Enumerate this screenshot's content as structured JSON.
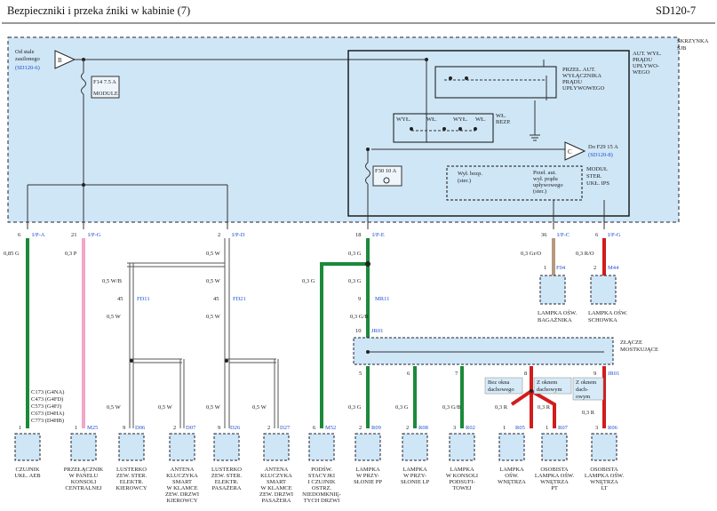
{
  "header": {
    "title": "Bezpieczniki i przeka    źniki w kabinie (7)",
    "code": "SD120-7"
  },
  "sjb": {
    "name_lines": [
      "SKRZYNKA",
      "SJB"
    ],
    "source_lines": [
      "Od stale",
      "zasilonego",
      "(SD120-6)"
    ],
    "source_marker": "B",
    "fuse_module_lines": [
      "F14 7.5 A",
      "MODULE"
    ],
    "relay_lines": [
      "AUT. WYŁ.",
      "PRĄDU",
      "UPŁYWO-",
      "WEGO"
    ],
    "switch_lines": [
      "PRZEŁ. AUT.",
      "WYŁĄCZNIKA",
      "PRĄDU",
      "UPŁYWOWEGO"
    ],
    "wyl": "WYŁ.",
    "wl": "WŁ.",
    "bezp_lines": [
      "WŁ.",
      "BEZP."
    ],
    "fuse_f30": "F30 10 A",
    "dest_marker": "C",
    "dest_lines": [
      "Do F29 15 A",
      "(SD120-8)"
    ],
    "ips_lines": [
      "MODUŁ",
      "STER.",
      "UKŁ. IPS"
    ],
    "ips_a_lines": [
      "Wył. bezp.",
      "(ster.)"
    ],
    "ips_b_lines": [
      "Przeł. aut.",
      "wył. prądu",
      "upływowego",
      "(ster.)"
    ]
  },
  "connectors": [
    {
      "pin": "6",
      "name": "I/P-A"
    },
    {
      "pin": "21",
      "name": "I/P-G"
    },
    {
      "pin": "2",
      "name": "I/P-D"
    },
    {
      "pin": "18",
      "name": "I/P-E"
    },
    {
      "pin": "36",
      "name": "I/P-C"
    },
    {
      "pin": "6",
      "name": "I/P-G"
    }
  ],
  "wires": {
    "g085": "0,85 G",
    "p03": "0,3 P",
    "w05": "0,5 W",
    "wb05": "0,5 W/B",
    "g03": "0,3 G",
    "gro03": "0,3 Gr/O",
    "ro03": "0,3 R/O",
    "gb03": "0,3 G/B",
    "r03": "0,3 R"
  },
  "inline": [
    {
      "pin": "45",
      "name": "FD11"
    },
    {
      "pin": "45",
      "name": "FD21"
    },
    {
      "pin": "9",
      "name": "MR11"
    },
    {
      "pin": "10",
      "name": "JR01"
    },
    {
      "pin": "1",
      "name": "F04"
    },
    {
      "pin": "2",
      "name": "M44"
    }
  ],
  "joint": {
    "name_lines": [
      "ZŁĄCZE",
      "MOSTKUJĄCE"
    ],
    "name": "JR01"
  },
  "joint_pins": [
    "5",
    "6",
    "7",
    "8",
    "9"
  ],
  "option_labels": [
    [
      "Bez okna",
      "dachowego"
    ],
    [
      "Z oknem",
      "dachowym"
    ],
    [
      "Z oknem",
      "dach-",
      "owym"
    ]
  ],
  "c173_lines": [
    "C173 (G4NA)",
    "C473 (G4FD)",
    "C573 (G4FJ)",
    "C673 (D4HA)",
    "C773 (D4HB)"
  ],
  "components": [
    {
      "pin": "1",
      "conn": "",
      "lines": [
        "CZUJNIK",
        "UKŁ. AEB"
      ]
    },
    {
      "pin": "1",
      "conn": "M25",
      "lines": [
        "PRZEŁĄCZNIK",
        "W PANELU",
        "KONSOLI",
        "CENTRALNEJ"
      ]
    },
    {
      "pin": "9",
      "conn": "D06",
      "lines": [
        "LUSTERKO",
        "ZEW. STER.",
        "ELEKTR.",
        "KIEROWCY"
      ]
    },
    {
      "pin": "2",
      "conn": "D07",
      "lines": [
        "ANTENA",
        "KLUCZYKA",
        "SMART",
        "W KLAMCE",
        "ZEW. DRZWI",
        "KIEROWCY"
      ]
    },
    {
      "pin": "9",
      "conn": "D26",
      "lines": [
        "LUSTERKO",
        "ZEW. STER.",
        "ELEKTR.",
        "PASAŻERA"
      ]
    },
    {
      "pin": "2",
      "conn": "D27",
      "lines": [
        "ANTENA",
        "KLUCZYKA",
        "SMART",
        "W KLAMCE",
        "ZEW. DRZWI",
        "PASAŻERA"
      ]
    },
    {
      "pin": "6",
      "conn": "M52",
      "lines": [
        "PODŚW.",
        "STACYJKI",
        "I CZUJNIK",
        "OSTRZ.",
        "NIEDOMKNIĘ-",
        "TYCH DRZWI"
      ]
    },
    {
      "pin": "2",
      "conn": "R09",
      "lines": [
        "LAMPKA",
        "W PRZY-",
        "SŁONIE PP"
      ]
    },
    {
      "pin": "2",
      "conn": "R08",
      "lines": [
        "LAMPKA",
        "W PRZY-",
        "SŁONIE LP"
      ]
    },
    {
      "pin": "3",
      "conn": "R02",
      "lines": [
        "LAMPKA",
        "W KONSOLI",
        "PODSUFI-",
        "TOWEJ"
      ]
    },
    {
      "pin": "1",
      "conn": "R05",
      "lines": [
        "LAMPKA",
        "OŚW.",
        "WNĘTRZA"
      ]
    },
    {
      "pin": "1",
      "conn": "R07",
      "lines": [
        "OSOBISTA",
        "LAMPKA OŚW.",
        "WNĘTRZA",
        "PT"
      ]
    },
    {
      "pin": "3",
      "conn": "R06",
      "lines": [
        "OSOBISTA",
        "LAMPKA OŚW.",
        "WNĘTRZA",
        "LT"
      ]
    },
    {
      "pin": "",
      "conn": "",
      "lines": [
        "LAMPKA OŚW.",
        "BAGAŻNIKA"
      ]
    },
    {
      "pin": "",
      "conn": "",
      "lines": [
        "LAMPKA OŚW.",
        "SCHOWKA"
      ]
    }
  ],
  "colors": {
    "green": "#1b8a3a",
    "pink": "#f3a6c8",
    "tan": "#b59a7e",
    "red": "#d21c1c",
    "box_fill": "#cfe6f6",
    "link": "#1f4fd0"
  }
}
